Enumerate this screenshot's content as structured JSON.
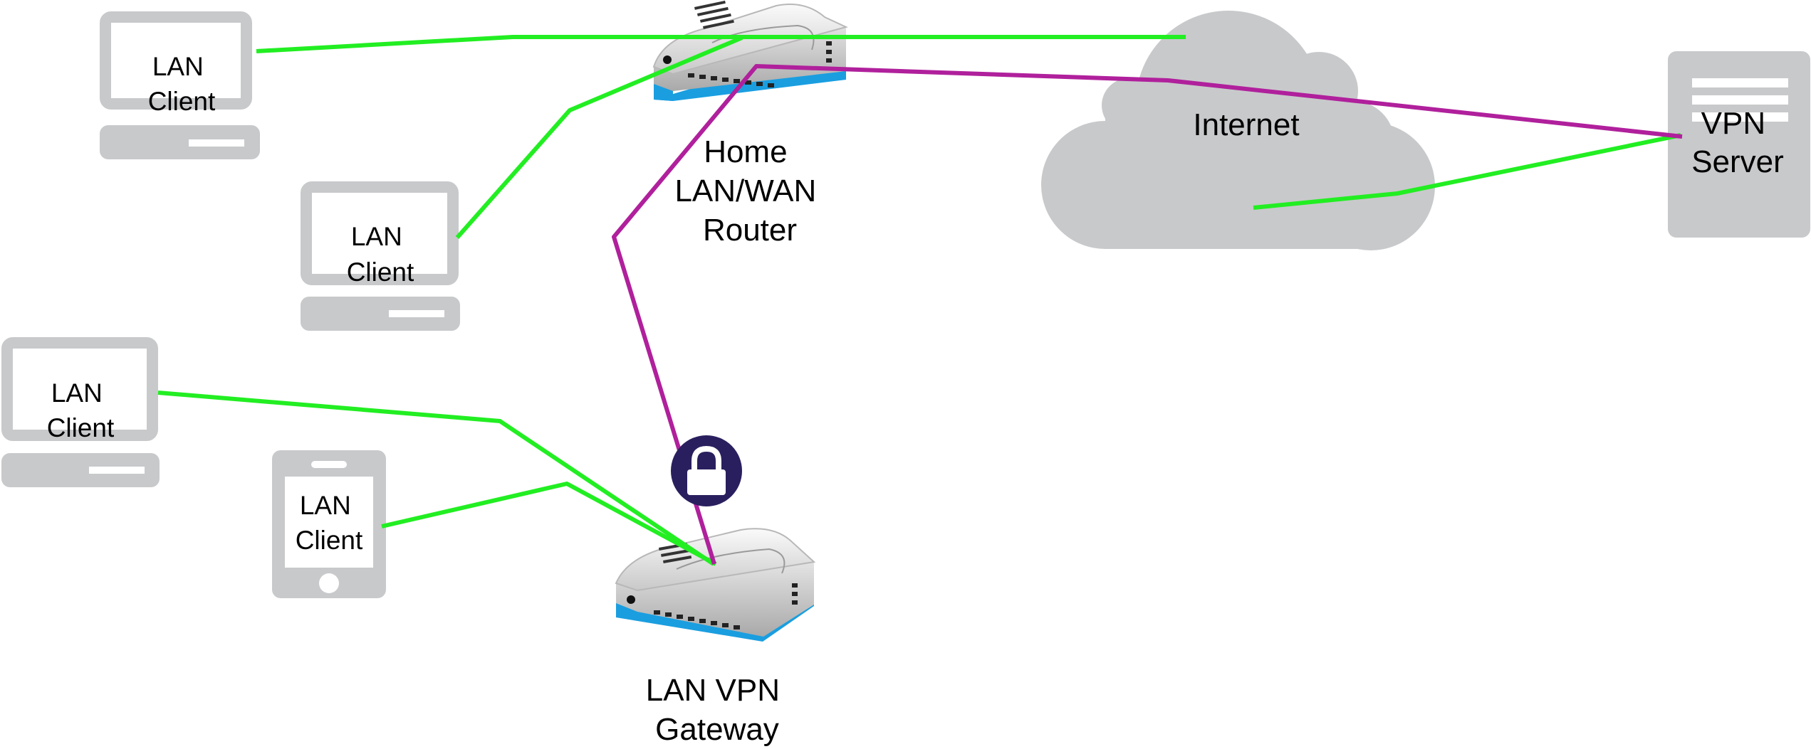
{
  "nodes": {
    "lan_client_1": {
      "label_line1": "LAN",
      "label_line2": "Client"
    },
    "lan_client_2": {
      "label_line1": "LAN",
      "label_line2": "Client"
    },
    "lan_client_3": {
      "label_line1": "LAN",
      "label_line2": "Client"
    },
    "lan_client_4": {
      "label_line1": "LAN",
      "label_line2": "Client"
    },
    "home_router": {
      "label_line1": "Home",
      "label_line2": "LAN/WAN",
      "label_line3": "Router"
    },
    "internet": {
      "label": "Internet"
    },
    "vpn_server": {
      "label_line1": "VPN",
      "label_line2": "Server"
    },
    "vpn_gateway": {
      "label_line1": "LAN VPN",
      "label_line2": "Gateway"
    }
  },
  "legend_colors": {
    "device_gray": "#c8c9cb",
    "plain_connection": "#22ee22",
    "vpn_tunnel": "#b0209c",
    "lock_badge": "#2a1f5e",
    "router_accent": "#1a9ee0"
  },
  "icons": {
    "lock": "lock-icon"
  }
}
